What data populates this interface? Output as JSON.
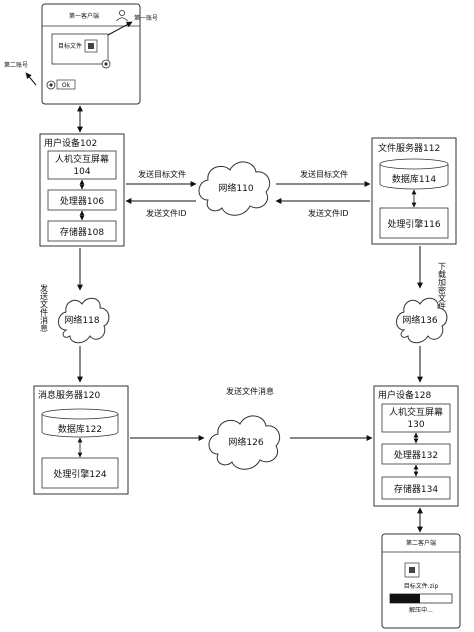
{
  "phone_top": {
    "title": "第一客户端",
    "file_label": "目标文件",
    "ok_label": "Ok",
    "callout_first": "第一账号",
    "callout_second": "第二账号"
  },
  "device_102": {
    "title": "用户设备102",
    "hci": "人机交互屏幕",
    "hci_num": "104",
    "processor": "处理器106",
    "storage": "存储器108"
  },
  "network_110": {
    "label": "网络110"
  },
  "file_server_112": {
    "title": "文件服务器112",
    "db": "数据库114",
    "engine": "处理引擎116"
  },
  "arrows": {
    "send_target_left": "发送目标文件",
    "send_id_left": "发送文件ID",
    "send_target_right": "发送目标文件",
    "send_id_right": "发送文件ID",
    "send_msg_v": "发送文件消息",
    "download_v": "下载加密文件",
    "send_msg_h": "发送文件消息"
  },
  "network_118": {
    "label": "网络118"
  },
  "network_136": {
    "label": "网络136"
  },
  "msg_server_120": {
    "title": "消息服务器120",
    "db": "数据库122",
    "engine": "处理引擎124"
  },
  "network_126": {
    "label": "网络126"
  },
  "device_128": {
    "title": "用户设备128",
    "hci": "人机交互屏幕",
    "hci_num": "130",
    "processor": "处理器132",
    "storage": "存储器134"
  },
  "phone_bottom": {
    "title": "第二客户端",
    "file_label": "目标文件.zip",
    "status": "解压中..."
  }
}
